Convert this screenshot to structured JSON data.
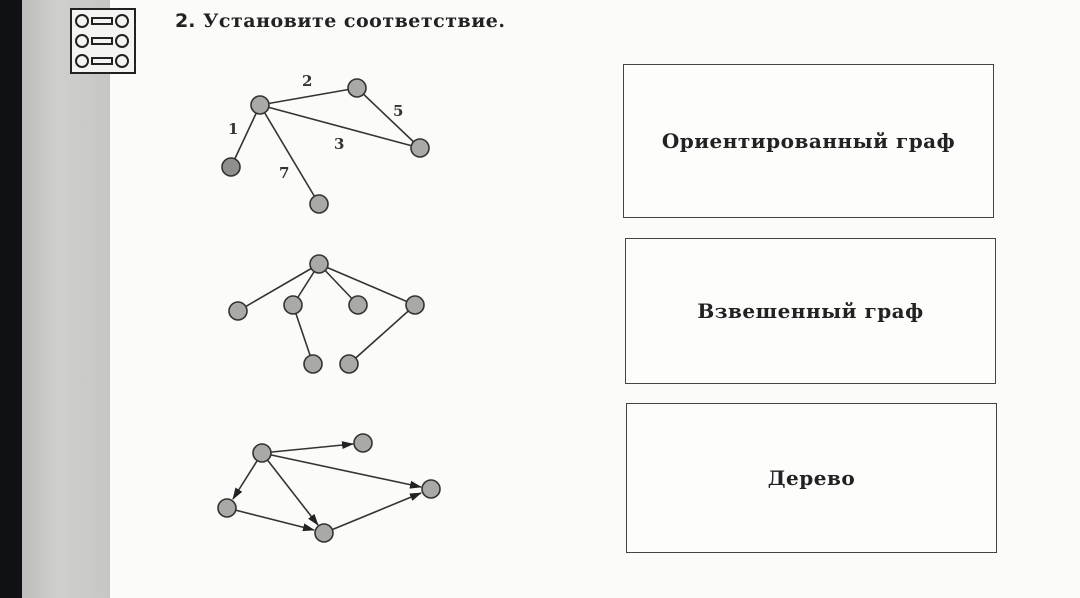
{
  "task": {
    "number": "2.",
    "instruction": "Установите соответствие."
  },
  "icon": "matching-task-icon",
  "graphs": {
    "weighted": {
      "edge_weights": [
        "2",
        "5",
        "3",
        "1",
        "7"
      ]
    }
  },
  "options": [
    {
      "label": "Ориентированный граф"
    },
    {
      "label": "Взвешенный граф"
    },
    {
      "label": "Дерево"
    }
  ]
}
